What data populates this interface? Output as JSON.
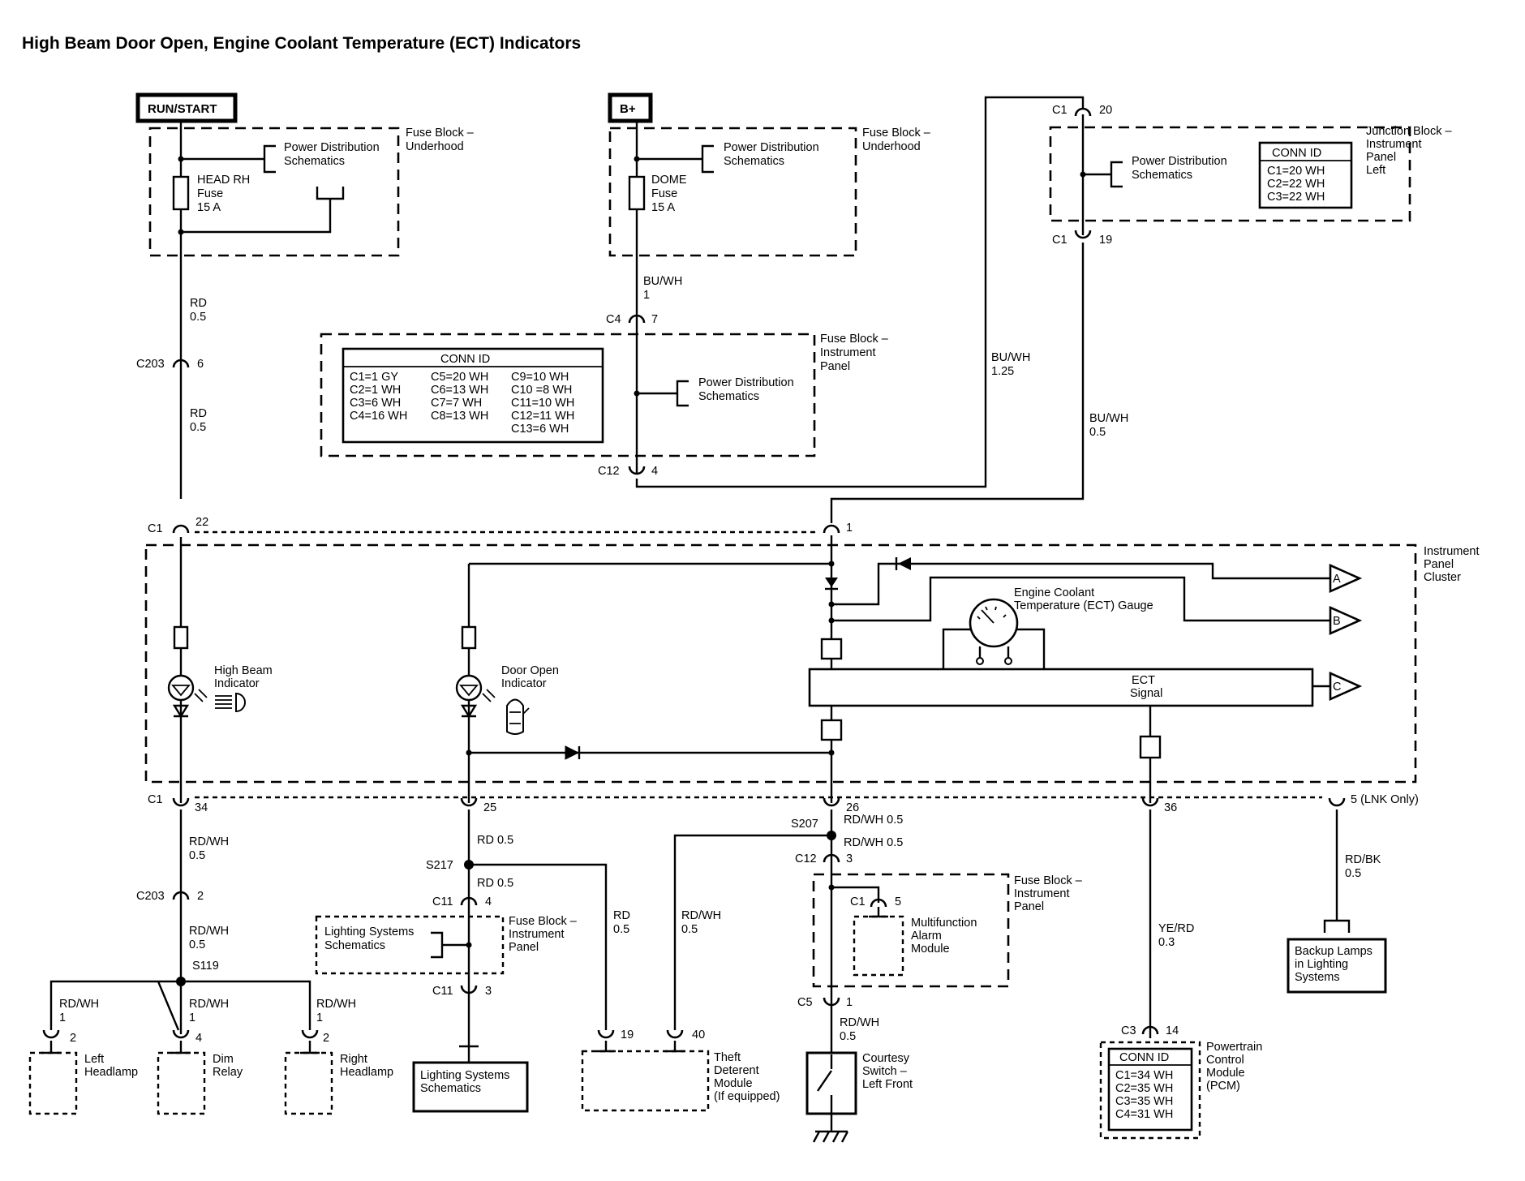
{
  "title": "High Beam Door Open, Engine Coolant Temperature (ECT) Indicators",
  "power": {
    "run_start": "RUN/START",
    "b_plus": "B+"
  },
  "components": {
    "fuse_block_underhood": [
      "Fuse Block –",
      "Underhood"
    ],
    "fuse_block_underhood_b": [
      "Fuse Block –",
      "Underhood"
    ],
    "fuse_block_ip": [
      "Fuse Block –",
      "Instrument",
      "Panel"
    ],
    "junction_block": [
      "Junction Block –",
      "Instrument",
      "Panel",
      "Left"
    ],
    "ipc": [
      "Instrument",
      "Panel",
      "Cluster"
    ],
    "head_rh_fuse": [
      "HEAD RH",
      "Fuse",
      "15 A"
    ],
    "dome_fuse": [
      "DOME",
      "Fuse",
      "15 A"
    ],
    "power_dist": [
      "Power Distribution",
      "Schematics"
    ],
    "high_beam_indicator": [
      "High Beam",
      "Indicator"
    ],
    "door_open_indicator": [
      "Door Open",
      "Indicator"
    ],
    "ect_gauge": [
      "Engine Coolant",
      "Temperature (ECT) Gauge"
    ],
    "ect_signal": [
      "ECT",
      "Signal"
    ],
    "left_headlamp": [
      "Left",
      "Headlamp"
    ],
    "dim_relay": [
      "Dim",
      "Relay"
    ],
    "right_headlamp": [
      "Right",
      "Headlamp"
    ],
    "lighting_systems": [
      "Lighting Systems",
      "Schematics"
    ],
    "fuse_block_ip_lower": [
      "Fuse Block –",
      "Instrument",
      "Panel"
    ],
    "theft_deterrent": [
      "Theft",
      "Deterent",
      "Module",
      "(If equipped)"
    ],
    "courtesy_switch": [
      "Courtesy",
      "Switch –",
      "Left Front"
    ],
    "fuse_block_ip_mid": [
      "Fuse Block –",
      "Instrument",
      "Panel"
    ],
    "multifunction_alarm": [
      "Multifunction",
      "Alarm",
      "Module"
    ],
    "pcm": [
      "Powertrain",
      "Control",
      "Module",
      "(PCM)"
    ],
    "backup_lamps": [
      "Backup Lamps",
      "in Lighting",
      "Systems"
    ]
  },
  "conn_id_tables": {
    "header": "CONN ID",
    "junction_block": [
      "C1=20 WH",
      "C2=22 WH",
      "C3=22 WH"
    ],
    "fuse_block_ip": {
      "col1": [
        "C1=1 GY",
        "C2=1 WH",
        "C3=6 WH",
        "C4=16 WH"
      ],
      "col2": [
        "C5=20 WH",
        "C6=13 WH",
        "C7=7 WH",
        "C8=13 WH"
      ],
      "col3": [
        "C9=10 WH",
        "C10 =8 WH",
        "C11=10 WH",
        "C12=11 WH",
        "C13=6 WH"
      ]
    },
    "pcm": [
      "C1=34 WH",
      "C2=35 WH",
      "C3=35 WH",
      "C4=31 WH"
    ]
  },
  "wires": {
    "rd": "RD",
    "rd_size": "0.5",
    "bu_wh": "BU/WH",
    "bu_wh_1": "1",
    "bu_wh_125": "1.25",
    "bu_wh_05": "0.5",
    "rd_wh": "RD/WH",
    "rd_wh_05": "0.5",
    "rd_wh_1": "1",
    "rd_05": "RD 0.5",
    "rd_wh_05_inline": "RD/WH 0.5",
    "ye_rd": "YE/RD",
    "ye_rd_size": "0.3",
    "rd_bk": "RD/BK",
    "rd_bk_size": "0.5"
  },
  "connectors": {
    "c203": "C203",
    "c1": "C1",
    "c4": "C4",
    "c12": "C12",
    "c11": "C11",
    "c5": "C5",
    "c3": "C3",
    "s119": "S119",
    "s217": "S217",
    "s207": "S207"
  },
  "pins": {
    "p6": "6",
    "p22": "22",
    "p20": "20",
    "p19": "19",
    "p7": "7",
    "p4": "4",
    "p1": "1",
    "p34": "34",
    "p25": "25",
    "p26": "26",
    "p36": "36",
    "p5lnk": "5 (LNK Only)",
    "p2": "2",
    "p3": "3",
    "p5": "5",
    "p40": "40",
    "p14": "14"
  },
  "offpage": {
    "a": "A",
    "b": "B",
    "c": "C"
  }
}
